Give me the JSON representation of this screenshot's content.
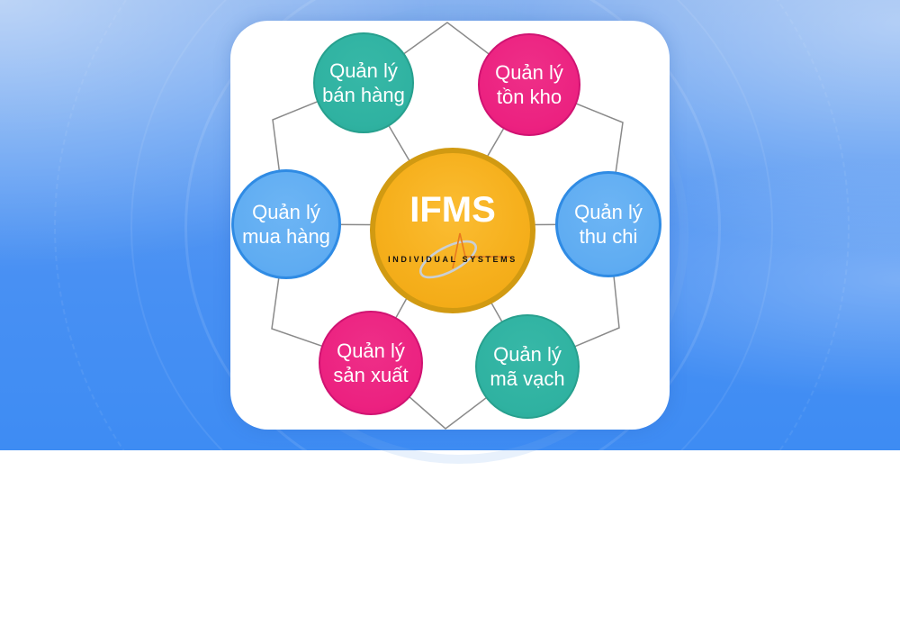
{
  "diagram": {
    "hub": {
      "title": "IFMS",
      "subtitle": "INDIVIDUAL SYSTEMS"
    },
    "nodes": [
      {
        "position": "top-left",
        "label_line1": "Quản lý",
        "label_line2": "bán hàng",
        "color": "#2FB2A1"
      },
      {
        "position": "top-right",
        "label_line1": "Quản lý",
        "label_line2": "tồn kho",
        "color": "#EC2180"
      },
      {
        "position": "left",
        "label_line1": "Quản lý",
        "label_line2": "mua hàng",
        "color": "#5FACF2"
      },
      {
        "position": "right",
        "label_line1": "Quản lý",
        "label_line2": "thu chi",
        "color": "#5FACF2"
      },
      {
        "position": "bottom-left",
        "label_line1": "Quản lý",
        "label_line2": "sản xuất",
        "color": "#EC2180"
      },
      {
        "position": "bottom-right",
        "label_line1": "Quản lý",
        "label_line2": "mã vạch",
        "color": "#2FB2A1"
      }
    ],
    "colors": {
      "teal": "#2FB2A1",
      "pink": "#EC2180",
      "blue": "#5FACF2",
      "hub_fill": "#F6B01D",
      "hub_border": "#D19A12",
      "connector_line": "#8A8A8A",
      "card_background": "#FFFFFF",
      "page_background_top": "#79A9EE",
      "page_background_bottom": "#3E8CF3"
    }
  }
}
